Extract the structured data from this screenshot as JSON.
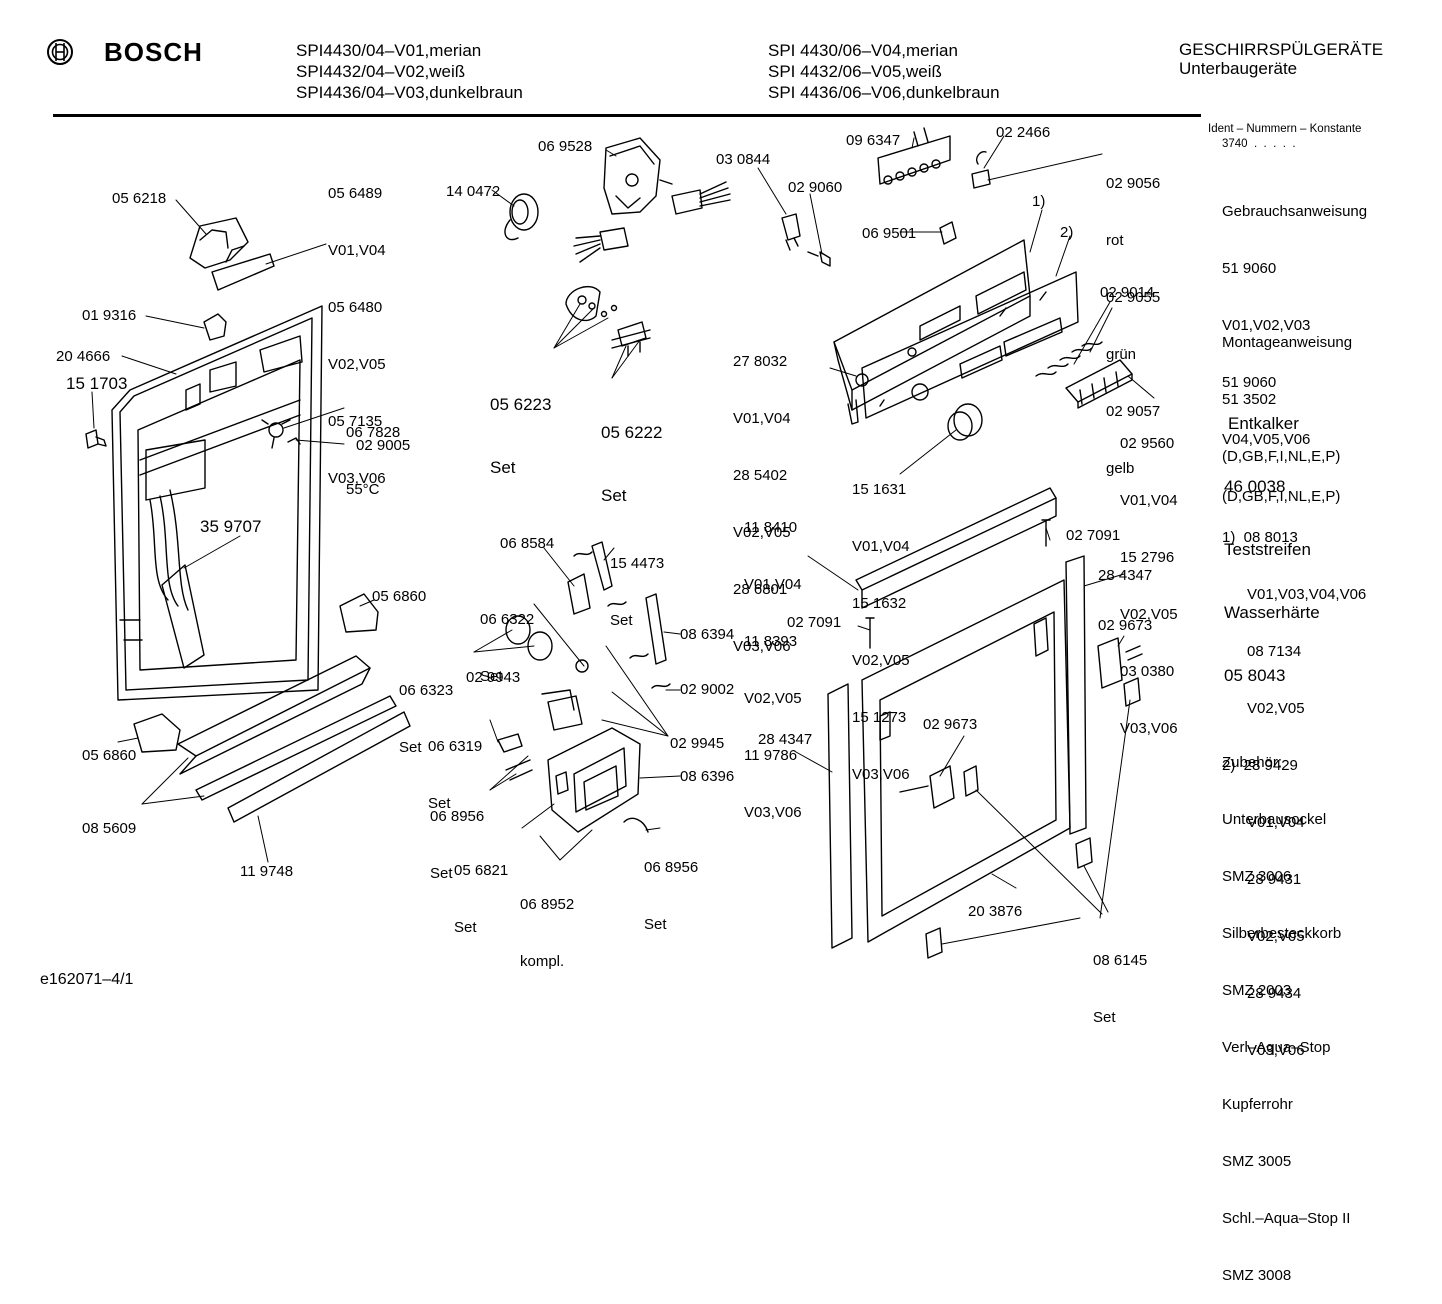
{
  "header": {
    "brand": "BOSCH",
    "models_left": [
      "SPI4430/04–V01,merian",
      "SPI4432/04–V02,weiß",
      "SPI4436/04–V03,dunkelbraun"
    ],
    "models_right": [
      "SPI 4430/06–V04,merian",
      "SPI 4432/06–V05,weiß",
      "SPI 4436/06–V06,dunkelbraun"
    ],
    "category": "GESCHIRRSPÜLGERÄTE",
    "subcategory": "Unterbaugeräte"
  },
  "sidebar": {
    "ident_label": "Ident – Nummern – Konstante",
    "ident_value": "3740  .  .  .  .  .",
    "gebrauch": [
      "Gebrauchsanweisung",
      "51 9060",
      "V01,V02,V03",
      "51 9060",
      "V04,V05,V06",
      "(D,GB,F,I,NL,E,P)"
    ],
    "montage": [
      "Montageanweisung",
      "51 3502",
      "(D,GB,F,I,NL,E,P)"
    ],
    "entkalker": [
      "Entkalker",
      "46 0038",
      "Teststreifen",
      "Wasserhärte",
      "05 8043"
    ],
    "notes": [
      "1)  08 8013",
      "      V01,V03,V04,V06",
      "      08 7134",
      "      V02,V05",
      "2)  28 9429",
      "      V01,V04",
      "      28 9431",
      "      V02,V05",
      "      28 9434",
      "      V03,V06"
    ],
    "zubehoer": [
      "Zubehör:",
      "Unterbausockel",
      "SMZ 3006",
      "Silberbesteckkorb",
      "SMZ 2003",
      "Verl–Aqua–Stop",
      "Kupferrohr",
      "SMZ 3005",
      "Schl.–Aqua–Stop II",
      "SMZ 3008"
    ]
  },
  "labels": {
    "p056489": [
      "05 6489",
      "V01,V04",
      "05 6480",
      "V02,V05",
      "05 7135",
      "V03,V06"
    ],
    "p056218": "05 6218",
    "p069528": "06 9528",
    "p140472": "14 0472",
    "p030844": "03 0844",
    "p029060": "02 9060",
    "p096347": "09 6347",
    "p022466": "02 2466",
    "p029056": [
      "02 9056",
      "rot",
      "02 9055",
      "grün",
      "02 9057",
      "gelb"
    ],
    "p069501": "06 9501",
    "m1": "1)",
    "m2": "2)",
    "p019316": "01 9316",
    "p204666": "20 4666",
    "p151703": "15 1703",
    "p056223": [
      "05 6223",
      "Set"
    ],
    "p056222": [
      "05 6222",
      "Set"
    ],
    "p278032": [
      "27 8032",
      "V01,V04",
      "28 5402",
      "V02,V05",
      "28 6801",
      "V03,V06"
    ],
    "p029014": "02 9014",
    "p067828": [
      "06 7828",
      "55°C"
    ],
    "p029005": "02 9005",
    "p029560": [
      "02 9560",
      "V01,V04",
      "15 2796",
      "V02,V05",
      "03 0380",
      "V03,V06"
    ],
    "p151631": [
      "15 1631",
      "V01,V04",
      "15 1632",
      "V02,V05",
      "15 1273",
      "V03,V06"
    ],
    "p118410": [
      "11 8410",
      "V01,V04",
      "11 8393",
      "V02,V05",
      "11 9786",
      "V03,V06"
    ],
    "p359707": "35 9707",
    "p154473": [
      "15 4473",
      "Set"
    ],
    "p068584": "06 8584",
    "p066322": [
      "06 6322",
      "Set"
    ],
    "p027091a": "02 7091",
    "p284347a": "28 4347",
    "p056860a": "05 6860",
    "p066323": [
      "06 6323",
      "Set"
    ],
    "p086394": "08 6394",
    "p027091b": "02 7091",
    "p029673a": "02 9673",
    "p029943": "02 9943",
    "p029002": "02 9002",
    "p066319": [
      "06 6319",
      "Set"
    ],
    "p029945": "02 9945",
    "p284347b": "28 4347",
    "p029673b": "02 9673",
    "p056860b": "05 6860",
    "p068956a": [
      "06 8956",
      "Set"
    ],
    "p086396": "08 6396",
    "p085609": "08 5609",
    "p056821": [
      "05 6821",
      "Set"
    ],
    "p068956b": [
      "06 8956",
      "Set"
    ],
    "p068952": [
      "06 8952",
      "kompl."
    ],
    "p119748": "11 9748",
    "p203876": "20 3876",
    "p086145": [
      "08 6145",
      "Set"
    ]
  },
  "footer": {
    "code": "e162071–4/1"
  }
}
